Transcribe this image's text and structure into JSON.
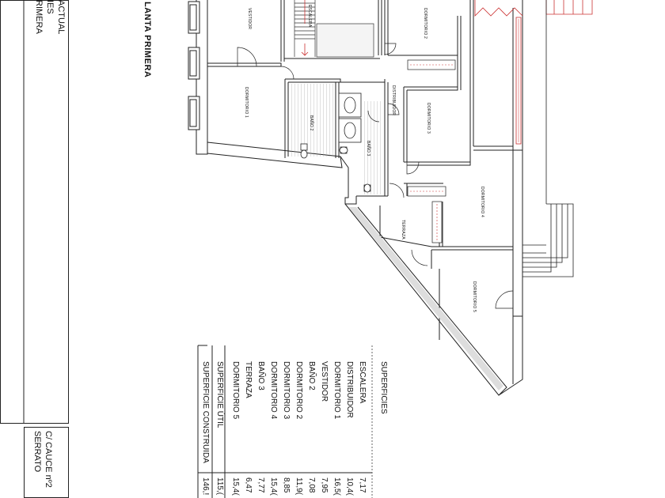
{
  "title_block": {
    "lines": [
      "ACTUAL",
      "IES",
      "RIMERA"
    ],
    "address_line1": "C/ CAUCE nº2",
    "address_line2": "SERRATO"
  },
  "plan_title": "LANTA PRIMERA",
  "rooms": {
    "vestidor": "VESTIDOR",
    "escalera": "ESCALERA",
    "dormitorio2": "DORMITORIO 2",
    "dormitorio1": "DORMITORIO 1",
    "distribuidor": "DISTRIBUIDOR",
    "dormitorio3": "DORMITORIO 3",
    "bano2": "BAÑO 2",
    "bano3": "BAÑO 3",
    "dormitorio4": "DORMITORIO 4",
    "terraza": "TERRAZA",
    "dormitorio5": "DORMITORIO 5"
  },
  "surfaces": {
    "header": "SUPERFICIES",
    "rows": [
      {
        "label": "ESCALERA",
        "value": "7,17"
      },
      {
        "label": "DISTRIBUIDOR",
        "value": "10,4("
      },
      {
        "label": "DORMITORIO 1",
        "value": "16,5("
      },
      {
        "label": "VESTIDOR",
        "value": "7,95"
      },
      {
        "label": "BAÑO 2",
        "value": "7,08"
      },
      {
        "label": "DORMITORIO 2",
        "value": "11,9("
      },
      {
        "label": "DORMITORIO 3",
        "value": "8,85"
      },
      {
        "label": "DORMITORIO 4",
        "value": "15,4("
      },
      {
        "label": "BAÑO 3",
        "value": "7,77"
      },
      {
        "label": "TERRAZA",
        "value": "6,47"
      },
      {
        "label": "DORMITORIO 5",
        "value": "15,4("
      },
      {
        "label": "SUPERFICIE ÚTIL",
        "value": "115,("
      },
      {
        "label": "SUPERFICIE CONSTRUIDA",
        "value": "146,!"
      }
    ]
  }
}
